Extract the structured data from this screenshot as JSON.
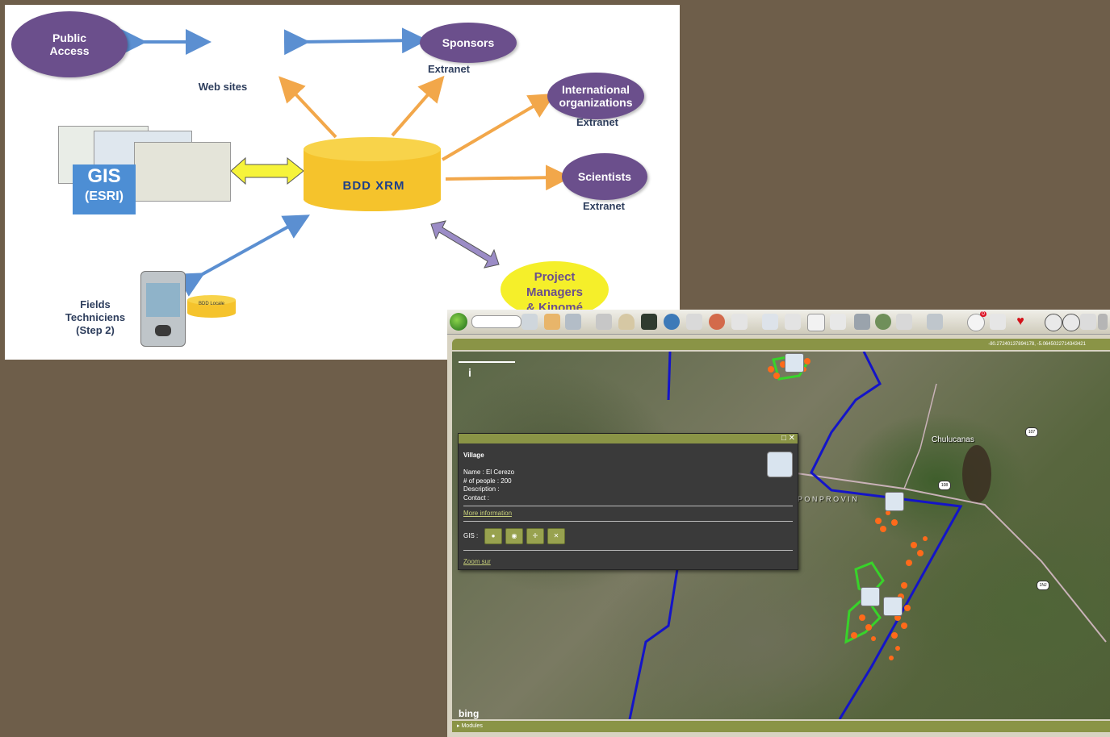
{
  "diagram": {
    "public_access": "Public\nAccess",
    "web_sites": "Web sites",
    "sponsors": "Sponsors",
    "sponsors_sub": "Extranet",
    "intl_orgs": "International\norganizations",
    "intl_orgs_sub": "Extranet",
    "scientists": "Scientists",
    "scientists_sub": "Extranet",
    "bdd": "BDD XRM",
    "gis_title": "GIS",
    "gis_sub": "(ESRI)",
    "project_managers": "Project\nManagers\n& Kinomé",
    "fields": "Fields\nTechniciens\n(Step 2)",
    "small_db": "BDD\nLocale",
    "colors": {
      "ellipse": "#6b4f8c",
      "arrow_blue": "#5b8fd1",
      "arrow_orange": "#f2a74a",
      "arrow_yellow": "#f6f33a",
      "arrow_purple": "#9b8cc6",
      "cylinder": "#f5c32c"
    }
  },
  "app": {
    "toolbar_icons": [
      "globe-icon",
      "search-icon",
      "users-icon",
      "grid-icon",
      "document-icon",
      "helmet-icon",
      "calculator-icon",
      "info-globe-icon",
      "card-icon",
      "target-icon",
      "clipboard-icon",
      "calendar-icon",
      "checklist-icon",
      "mail-icon",
      "pen-icon",
      "satellite-icon",
      "world-icon",
      "newspaper-icon",
      "building-icon",
      "clock-icon",
      "ribbon-icon",
      "heart-icon",
      "back-icon",
      "forward-icon",
      "home-icon",
      "settings-icon"
    ],
    "clock_badge": "0",
    "coordinates": "-80.27240137894178, -5.0645022714343421",
    "popup": {
      "title": "Village",
      "rows": [
        "Name : El Cerezo",
        "# of people : 200",
        "Description :",
        "Contact :"
      ],
      "more_info": "More information",
      "gis_label": "GIS :",
      "zoom": "Zoom sur"
    },
    "map_labels": {
      "city": "Chulucanas",
      "road1": "107",
      "road2": "108",
      "road3": "1NJ",
      "area": "P O N  P R O V I N"
    },
    "bing": "bing",
    "modules": "Modules"
  }
}
